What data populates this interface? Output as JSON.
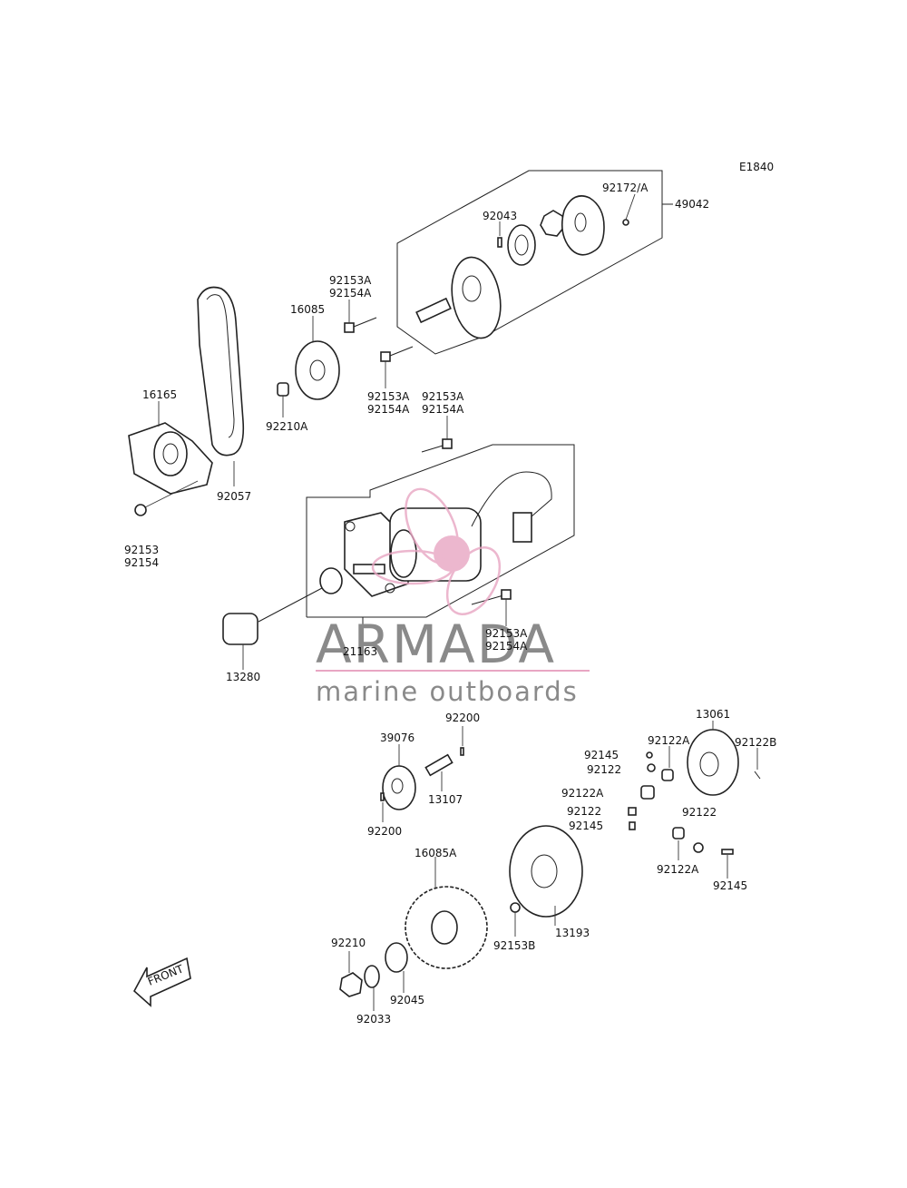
{
  "diagram_code": "E1840",
  "watermark": {
    "brand": "ARMADA",
    "tagline": "marine outboards",
    "accent_color": "#e8a6c3"
  },
  "front_label": "FRONT",
  "labels": {
    "l_49042": "49042",
    "l_92172A": "92172/A",
    "l_92043": "92043",
    "l_92153A_top1": "92153A",
    "l_92154A_top1": "92154A",
    "l_16085": "16085",
    "l_92153A_mid1": "92153A",
    "l_92154A_mid1": "92154A",
    "l_92153A_mid2": "92153A",
    "l_92154A_mid2": "92154A",
    "l_16165": "16165",
    "l_92210A": "92210A",
    "l_92057": "92057",
    "l_92153": "92153",
    "l_92154": "92154",
    "l_21163": "21163",
    "l_92153A_low": "92153A",
    "l_92154A_low": "92154A",
    "l_13280": "13280",
    "l_13061": "13061",
    "l_92200_top": "92200",
    "l_39076": "39076",
    "l_92122A_1": "92122A",
    "l_92122B": "92122B",
    "l_92145_1": "92145",
    "l_92122_1": "92122",
    "l_92122A_2": "92122A",
    "l_13107": "13107",
    "l_92122_2": "92122",
    "l_92145_2": "92145",
    "l_92122_3": "92122",
    "l_92200_bot": "92200",
    "l_16085A": "16085A",
    "l_92122A_3": "92122A",
    "l_92145_3": "92145",
    "l_92210": "92210",
    "l_92153B": "92153B",
    "l_13193": "13193",
    "l_92045": "92045",
    "l_92033": "92033"
  }
}
